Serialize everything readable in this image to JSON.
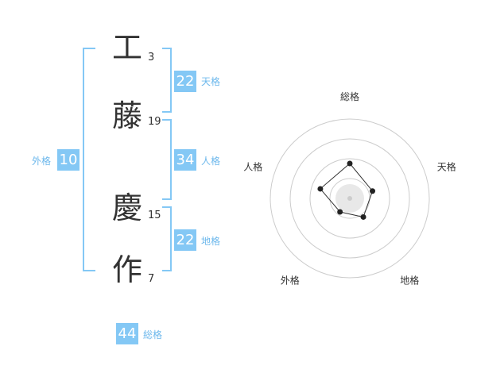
{
  "characters": [
    {
      "char": "工",
      "strokes": "3"
    },
    {
      "char": "藤",
      "strokes": "19"
    },
    {
      "char": "慶",
      "strokes": "15"
    },
    {
      "char": "作",
      "strokes": "7"
    }
  ],
  "fortune": {
    "tenkaku": {
      "value": "22",
      "label": "天格"
    },
    "jinkaku": {
      "value": "34",
      "label": "人格"
    },
    "chikaku": {
      "value": "22",
      "label": "地格"
    },
    "gaikaku": {
      "value": "10",
      "label": "外格"
    },
    "soukaku": {
      "value": "44",
      "label": "総格"
    }
  },
  "chart_data": {
    "type": "radar",
    "axes": [
      "総格",
      "天格",
      "地格",
      "外格",
      "人格"
    ],
    "values": [
      0.44,
      0.3,
      0.29,
      0.21,
      0.39
    ],
    "rings": 4,
    "colors": {
      "line": "#333333",
      "point": "#222222",
      "ring": "#cccccc",
      "center": "#e8e8e8"
    }
  }
}
